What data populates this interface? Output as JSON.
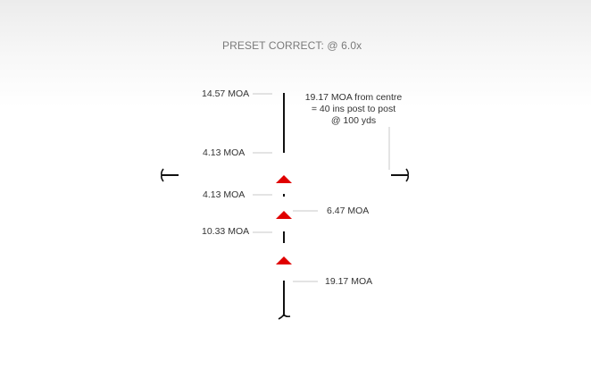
{
  "title": "PRESET CORRECT: @ 6.0x",
  "labels": {
    "top_post": "14.57 MOA",
    "gap_above_centre": "4.13 MOA",
    "gap_below_centre": "4.13 MOA",
    "first_chevron": "6.47 MOA",
    "second_chevron": "10.33 MOA",
    "bottom_post": "19.17 MOA"
  },
  "note": {
    "line1": "19.17 MOA from centre",
    "line2": "= 40 ins post to post",
    "line3": "@ 100 yds"
  },
  "colors": {
    "chevron": "#e00000",
    "reticle": "#111111",
    "leader": "#c8c8c8",
    "title": "#7a7a7a"
  }
}
